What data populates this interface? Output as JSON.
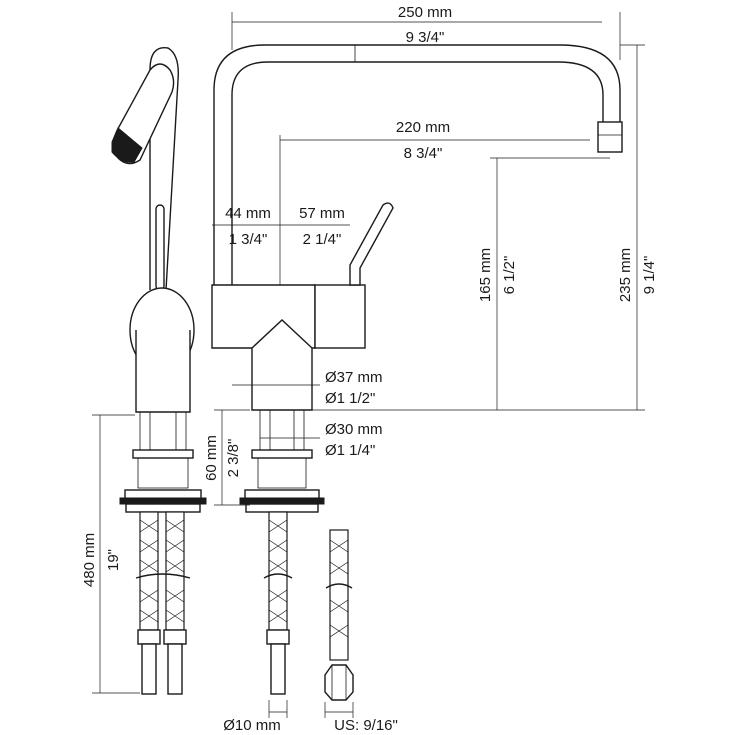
{
  "dimensions": {
    "reach_total": {
      "metric": "250 mm",
      "imperial": "9 3/4\""
    },
    "reach_spout": {
      "metric": "220 mm",
      "imperial": "8 3/4\""
    },
    "offset_44": {
      "metric": "44 mm",
      "imperial": "1 3/4\""
    },
    "offset_57": {
      "metric": "57 mm",
      "imperial": "2 1/4\""
    },
    "height_165": {
      "metric": "165 mm",
      "imperial": "6 1/2\""
    },
    "height_235": {
      "metric": "235 mm",
      "imperial": "9 1/4\""
    },
    "dia_37": {
      "metric": "Ø37 mm",
      "imperial": "Ø1 1/2\""
    },
    "dia_30": {
      "metric": "Ø30 mm",
      "imperial": "Ø1 1/4\""
    },
    "shank_60": {
      "metric": "60 mm",
      "imperial": "2 3/8\""
    },
    "hose_480": {
      "metric": "480 mm",
      "imperial": "19\""
    },
    "hose_dia": {
      "metric": "Ø10 mm"
    },
    "connector": {
      "imperial": "US: 9/16\""
    }
  }
}
